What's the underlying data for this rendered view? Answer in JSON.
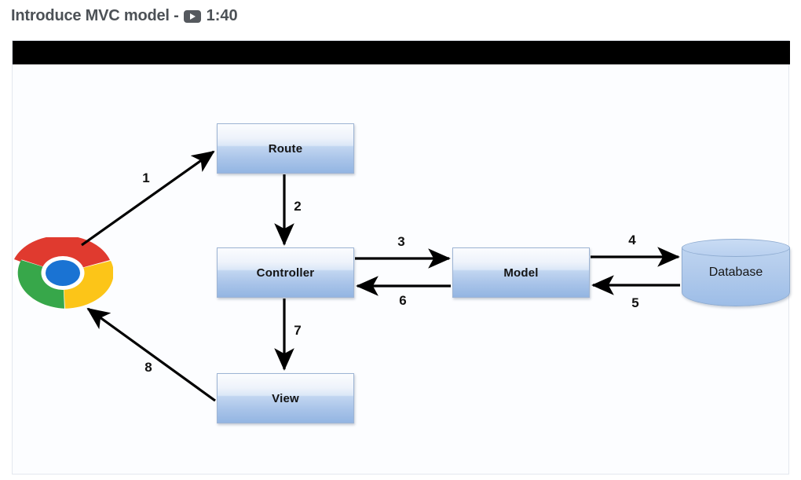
{
  "title": {
    "text": "Introduce MVC model - ",
    "play_icon": "play-icon",
    "duration": "1:40"
  },
  "diagram": {
    "type": "flow-diagram",
    "subject": "MVC model request lifecycle",
    "nodes": [
      {
        "id": "browser",
        "label": "",
        "shape": "chrome-logo"
      },
      {
        "id": "route",
        "label": "Route",
        "shape": "rounded-rect"
      },
      {
        "id": "controller",
        "label": "Controller",
        "shape": "rounded-rect"
      },
      {
        "id": "view",
        "label": "View",
        "shape": "rounded-rect"
      },
      {
        "id": "model",
        "label": "Model",
        "shape": "rounded-rect"
      },
      {
        "id": "database",
        "label": "Database",
        "shape": "cylinder"
      }
    ],
    "edges": [
      {
        "number": "1",
        "from": "browser",
        "to": "route"
      },
      {
        "number": "2",
        "from": "route",
        "to": "controller"
      },
      {
        "number": "3",
        "from": "controller",
        "to": "model"
      },
      {
        "number": "4",
        "from": "model",
        "to": "database"
      },
      {
        "number": "5",
        "from": "database",
        "to": "model"
      },
      {
        "number": "6",
        "from": "model",
        "to": "controller"
      },
      {
        "number": "7",
        "from": "controller",
        "to": "view"
      },
      {
        "number": "8",
        "from": "view",
        "to": "browser"
      }
    ],
    "colors": {
      "box_fill_top": "#fbfcfe",
      "box_fill_bottom": "#93b5e2",
      "box_border": "#9db4d4",
      "arrow": "#000000",
      "letterbox": "#000000",
      "chrome_red": "#e03a2f",
      "chrome_green": "#37a74a",
      "chrome_yellow": "#fcc518",
      "chrome_blue": "#1a73d3"
    }
  }
}
